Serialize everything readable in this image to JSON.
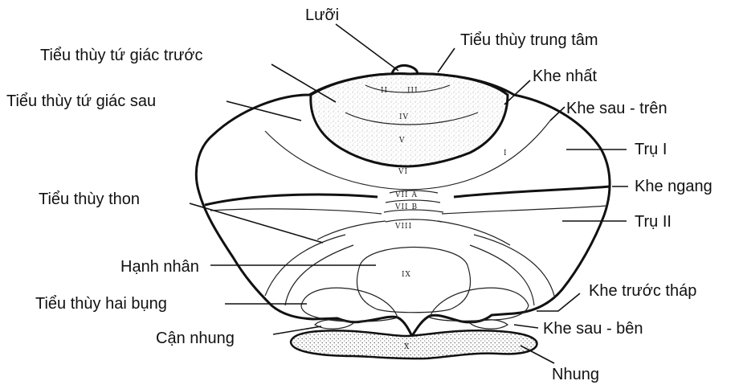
{
  "labels": {
    "luoi": "Lưỡi",
    "tieu_thuy_trung_tam": "Tiểu thùy trung tâm",
    "tieu_thuy_tu_giac_truoc": "Tiểu thùy tứ giác trước",
    "khe_nhat": "Khe nhất",
    "tieu_thuy_tu_giac_sau": "Tiểu thùy tứ giác sau",
    "khe_sau_tren": "Khe sau - trên",
    "tru_1": "Trụ I",
    "khe_ngang": "Khe ngang",
    "tieu_thuy_thon": "Tiểu thùy thon",
    "tru_2": "Trụ II",
    "hanh_nhan": "Hạnh nhân",
    "khe_truoc_thap": "Khe trước tháp",
    "tieu_thuy_hai_bung": "Tiểu thùy hai bụng",
    "can_nhung": "Cận nhung",
    "khe_sau_ben": "Khe sau - bên",
    "nhung": "Nhung"
  },
  "vermis_numerals": {
    "II": "II",
    "III": "III",
    "IV": "IV",
    "V": "V",
    "I": "I",
    "VI": "VI",
    "VIIA": "VII A",
    "VIIB": "VII B",
    "VIII": "VIII",
    "IX": "IX",
    "X": "X"
  },
  "colors": {
    "line": "#111111",
    "stipple": "#8a8a8a",
    "background": "#ffffff"
  }
}
